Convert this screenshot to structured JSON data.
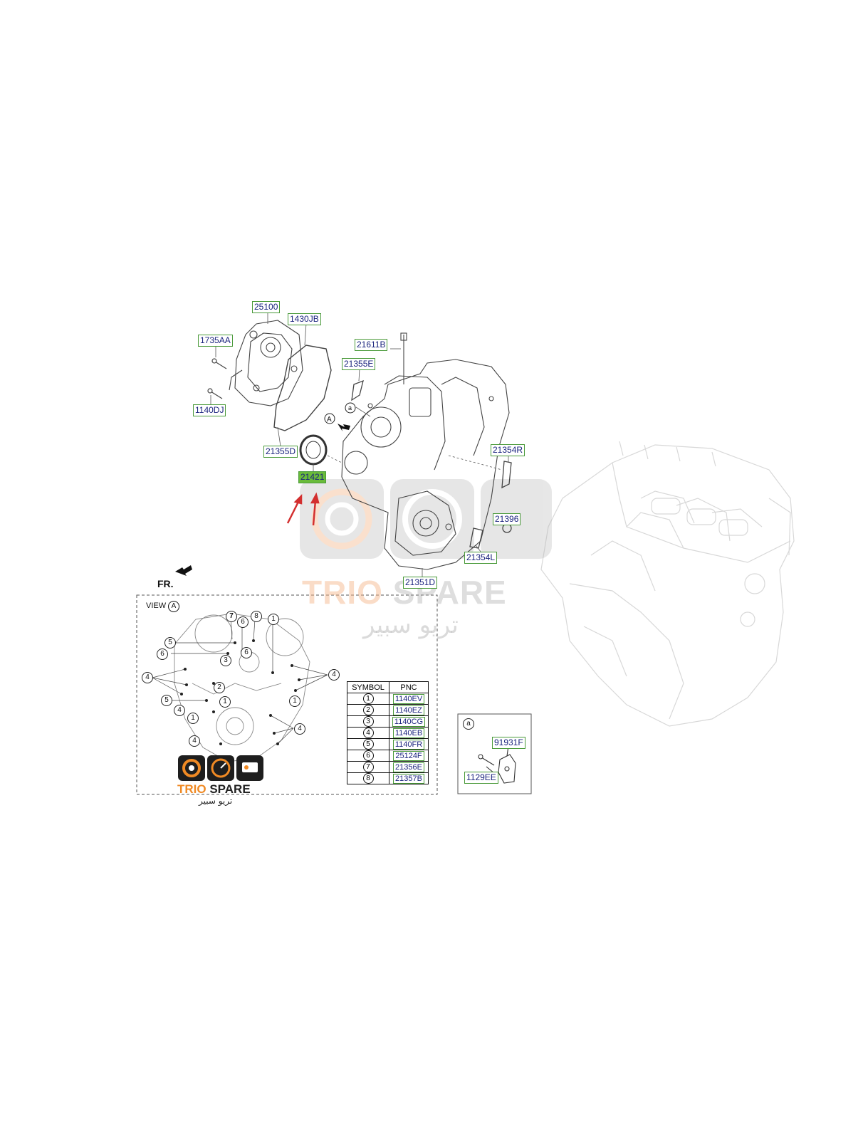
{
  "parts": {
    "p25100": "25100",
    "p1430JB": "1430JB",
    "p1735AA": "1735AA",
    "p21611B": "21611B",
    "p21355E": "21355E",
    "p1140DJ": "1140DJ",
    "p21355D": "21355D",
    "p21421": "21421",
    "p21354R": "21354R",
    "p21396": "21396",
    "p21354L": "21354L",
    "p21351D": "21351D",
    "p91931F": "91931F",
    "p1129EE": "1129EE"
  },
  "view_marker": "A",
  "callout_a": "a",
  "front_label": "FR.",
  "view_label": "VIEW",
  "view_letter": "A",
  "table": {
    "header_symbol": "SYMBOL",
    "header_pnc": "PNC",
    "rows": [
      {
        "symbol": "1",
        "pnc": "1140EV"
      },
      {
        "symbol": "2",
        "pnc": "1140EZ"
      },
      {
        "symbol": "3",
        "pnc": "1140CG"
      },
      {
        "symbol": "4",
        "pnc": "1140EB"
      },
      {
        "symbol": "5",
        "pnc": "1140FR"
      },
      {
        "symbol": "6",
        "pnc": "25124F"
      },
      {
        "symbol": "7",
        "pnc": "21356E"
      },
      {
        "symbol": "8",
        "pnc": "21357B"
      }
    ]
  },
  "detail_box_label": "a",
  "view_numbers": {
    "n7": "7",
    "n6a": "6",
    "n8": "8",
    "n1a": "1",
    "n5a": "5",
    "n6b": "6",
    "n3": "3",
    "n6c": "6",
    "n4a": "4",
    "n4b": "4",
    "n2": "2",
    "n1b": "1",
    "n5b": "5",
    "n4c": "4",
    "n1c": "1",
    "n1d": "1",
    "n4d": "4",
    "n4e": "4"
  },
  "watermark": {
    "brand_orange": "TRIO",
    "brand_gray": "SPARE",
    "arabic": "تريو سبير"
  },
  "logo": {
    "brand_orange": "TRIO",
    "brand_dark": "SPARE",
    "arabic": "تريو سبير"
  },
  "colors": {
    "label_border": "#4a9a3a",
    "label_text": "#1a237e",
    "highlight": "#6abb3a",
    "arrow": "#d32f2f",
    "brand_orange": "#f08a24"
  }
}
